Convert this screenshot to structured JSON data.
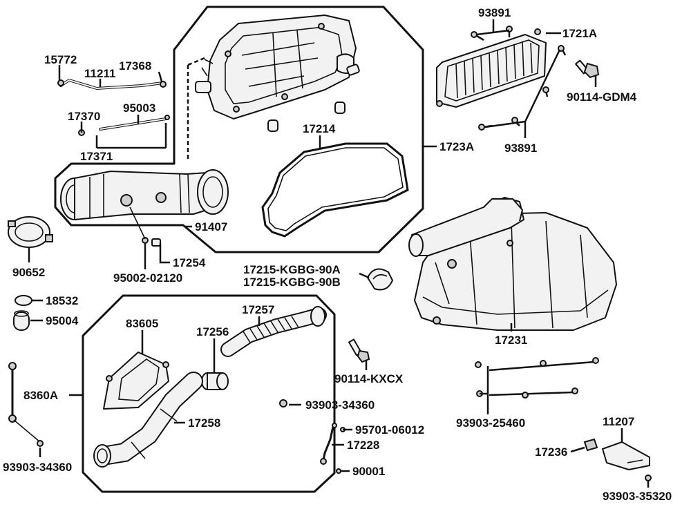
{
  "labels": {
    "l_15772": "15772",
    "l_11211": "11211",
    "l_17368": "17368",
    "l_17370": "17370",
    "l_95003": "95003",
    "l_17371": "17371",
    "l_17214": "17214",
    "l_1723A": "1723A",
    "l_93891_top": "93891",
    "l_1721A": "1721A",
    "l_90114_GDM4": "90114-GDM4",
    "l_93891_bottom": "93891",
    "l_91407": "91407",
    "l_90652": "90652",
    "l_17254": "17254",
    "l_95002_02120": "95002-02120",
    "l_17215_KGBG_90A": "17215-KGBG-90A",
    "l_17215_KGBG_90B": "17215-KGBG-90B",
    "l_18532": "18532",
    "l_95004": "95004",
    "l_17257": "17257",
    "l_83605": "83605",
    "l_17256": "17256",
    "l_17231": "17231",
    "l_90114_KXCX": "90114-KXCX",
    "l_8360A": "8360A",
    "l_93903_34360_mid": "93903-34360",
    "l_17258": "17258",
    "l_93903_25460": "93903-25460",
    "l_11207": "11207",
    "l_95701_06012": "95701-06012",
    "l_17228": "17228",
    "l_17236": "17236",
    "l_90001": "90001",
    "l_93903_34360_left": "93903-34360",
    "l_93903_35320": "93903-35320"
  }
}
